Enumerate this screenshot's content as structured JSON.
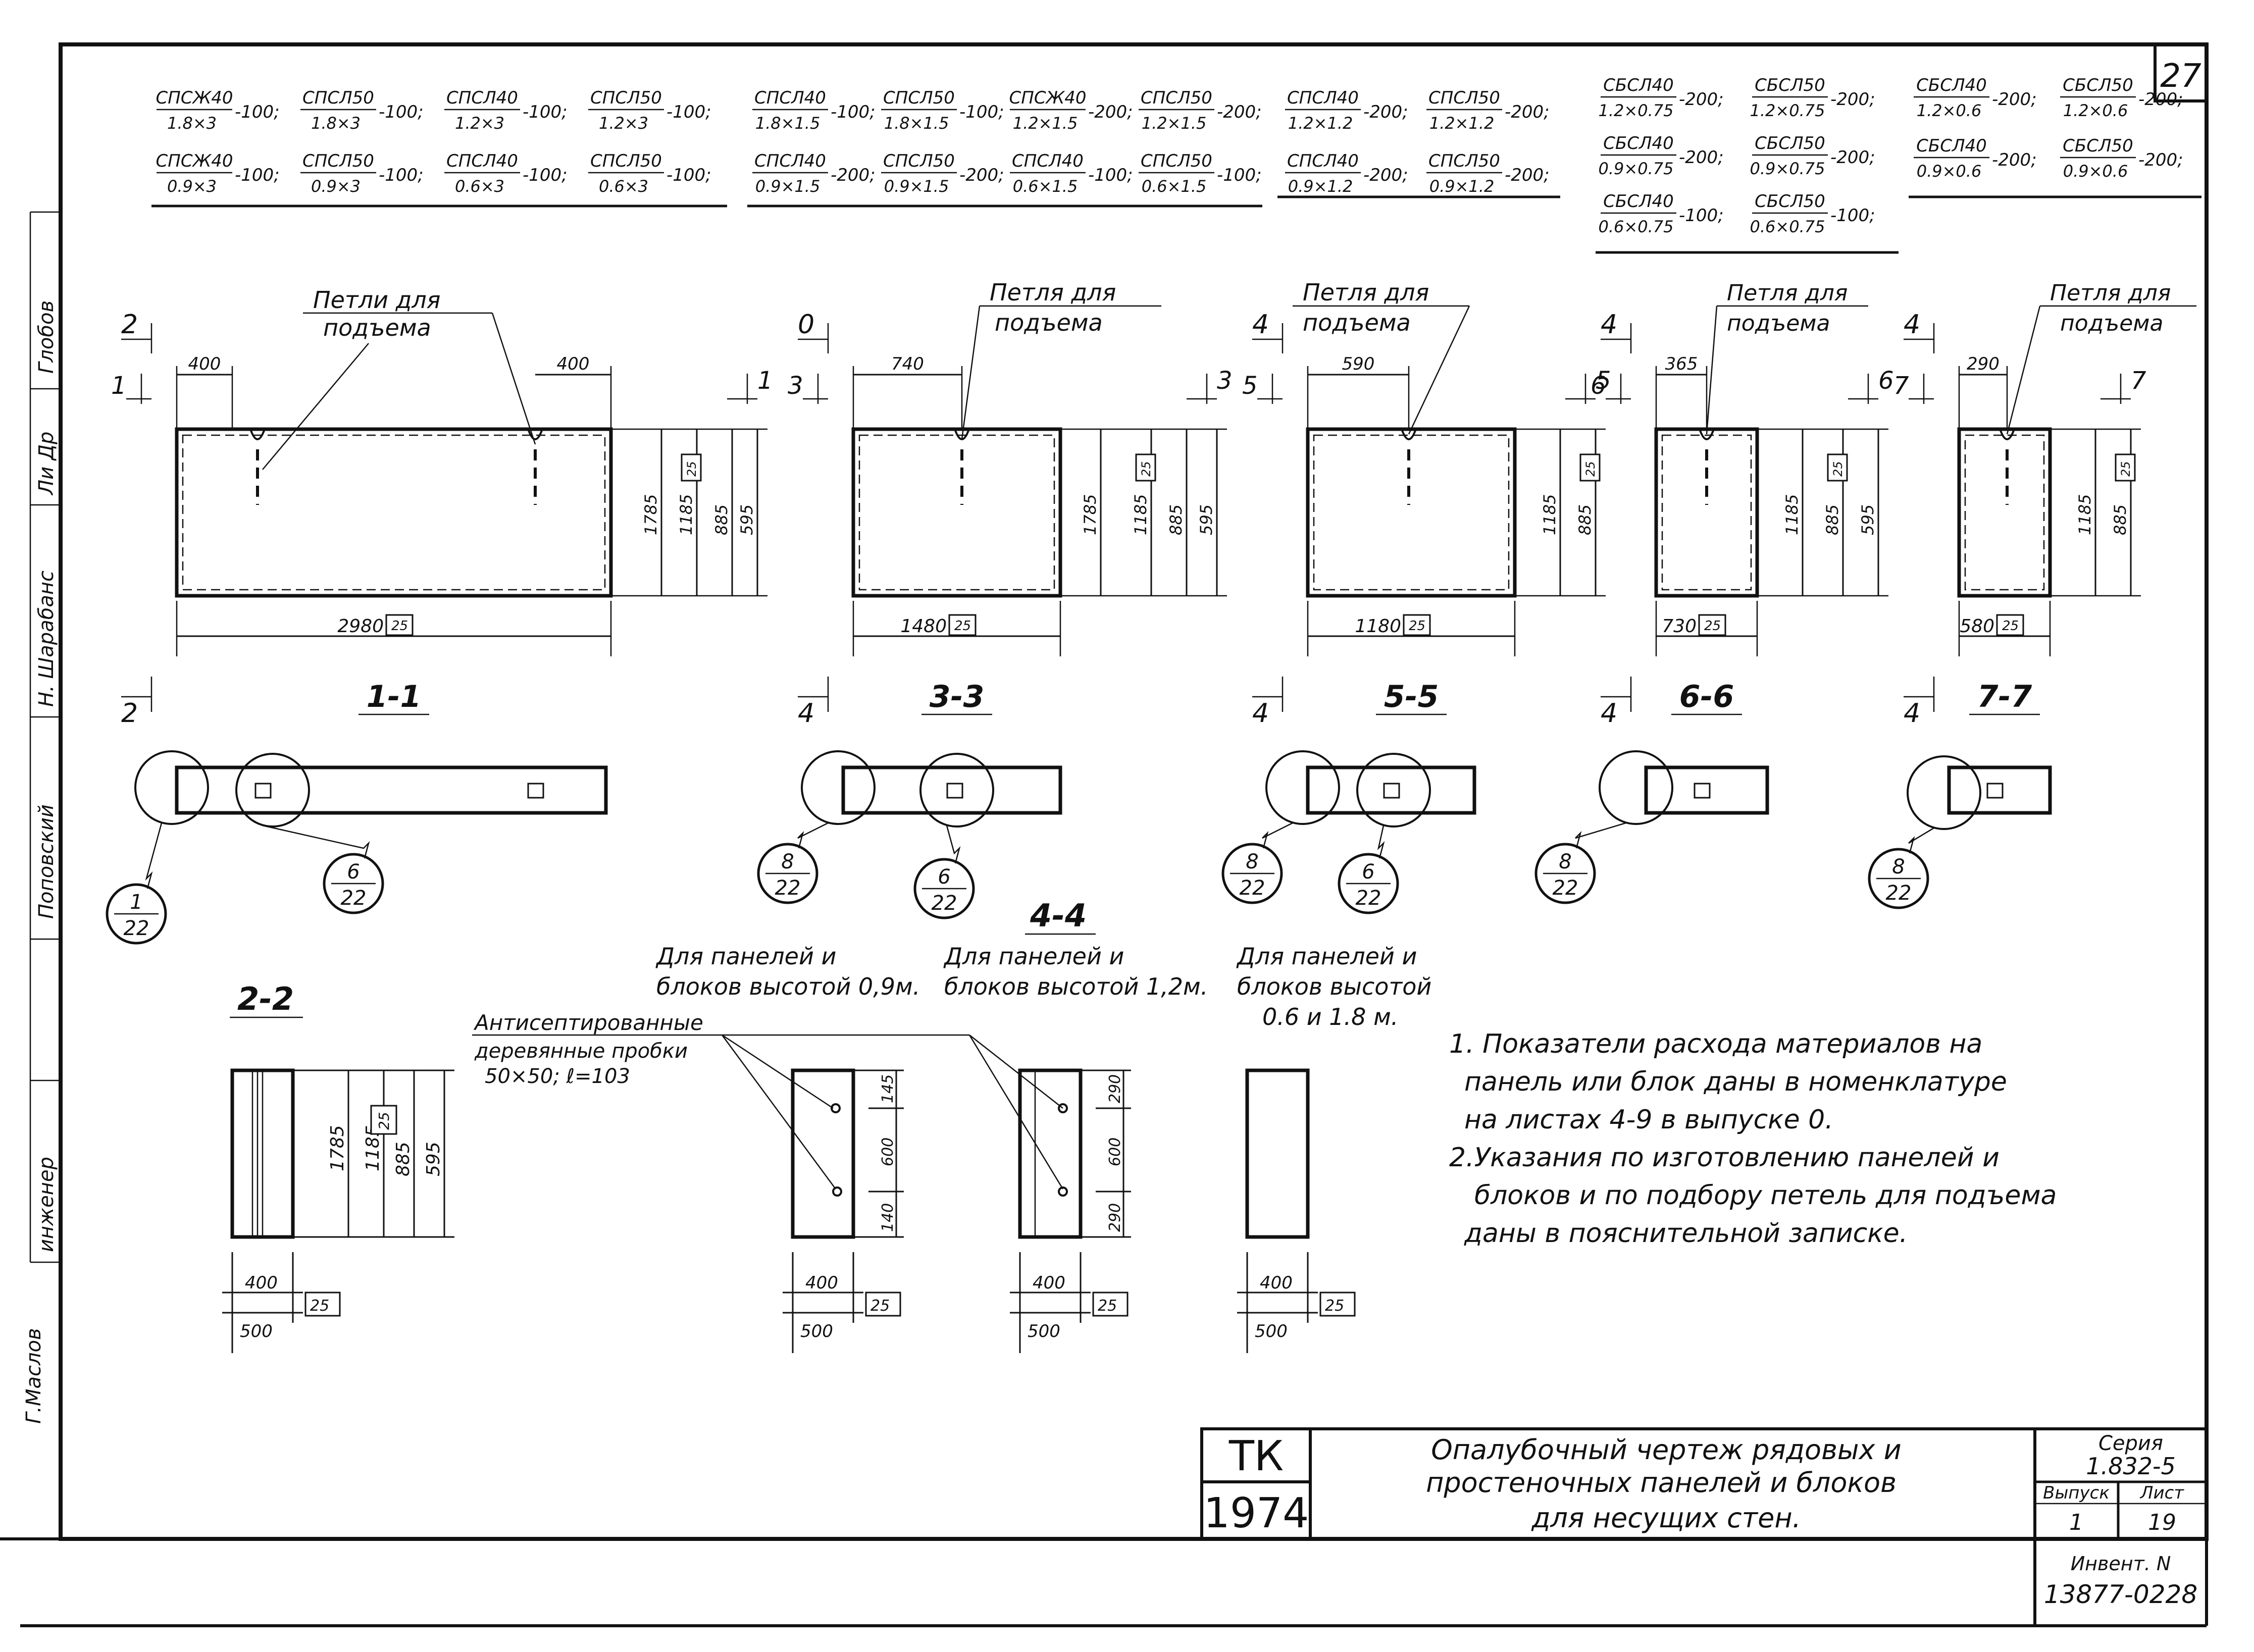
{
  "sheet": {
    "sheet_number": "27",
    "sidebar": {
      "cell1": "Глобов",
      "cell2": "Ли Др",
      "cell3": "Н. Шарабанс",
      "cell4": "Поповский",
      "cell5": "инженер",
      "cell6": "Г.Маслов"
    }
  },
  "legend": {
    "g1": [
      {
        "num": "СПСЖ40",
        "den": "1.8×3",
        "val": "100"
      },
      {
        "num": "СПСЛ50",
        "den": "1.8×3",
        "val": "100"
      },
      {
        "num": "СПСЛ40",
        "den": "1.2×3",
        "val": "100"
      },
      {
        "num": "СПСЛ50",
        "den": "1.2×3",
        "val": "100"
      },
      {
        "num": "СПСЖ40",
        "den": "0.9×3",
        "val": "100"
      },
      {
        "num": "СПСЛ50",
        "den": "0.9×3",
        "val": "100"
      },
      {
        "num": "СПСЛ40",
        "den": "0.6×3",
        "val": "100"
      },
      {
        "num": "СПСЛ50",
        "den": "0.6×3",
        "val": "100"
      }
    ],
    "g2": [
      {
        "num": "СПСЛ40",
        "den": "1.8×1.5",
        "val": "100"
      },
      {
        "num": "СПСЛ50",
        "den": "1.8×1.5",
        "val": "100"
      },
      {
        "num": "СПСЖ40",
        "den": "1.2×1.5",
        "val": "200"
      },
      {
        "num": "СПСЛ50",
        "den": "1.2×1.5",
        "val": "200"
      },
      {
        "num": "СПСЛ40",
        "den": "0.9×1.5",
        "val": "200"
      },
      {
        "num": "СПСЛ50",
        "den": "0.9×1.5",
        "val": "200"
      },
      {
        "num": "СПСЛ40",
        "den": "0.6×1.5",
        "val": "100"
      },
      {
        "num": "СПСЛ50",
        "den": "0.6×1.5",
        "val": "100"
      }
    ],
    "g3": [
      {
        "num": "СПСЛ40",
        "den": "1.2×1.2",
        "val": "200"
      },
      {
        "num": "СПСЛ50",
        "den": "1.2×1.2",
        "val": "200"
      },
      {
        "num": "СПСЛ40",
        "den": "0.9×1.2",
        "val": "200"
      },
      {
        "num": "СПСЛ50",
        "den": "0.9×1.2",
        "val": "200"
      }
    ],
    "g4": [
      {
        "num": "СБСЛ40",
        "den": "1.2×0.75",
        "val": "200"
      },
      {
        "num": "СБСЛ50",
        "den": "1.2×0.75",
        "val": "200"
      },
      {
        "num": "СБСЛ40",
        "den": "0.9×0.75",
        "val": "200"
      },
      {
        "num": "СБСЛ50",
        "den": "0.9×0.75",
        "val": "200"
      },
      {
        "num": "СБСЛ40",
        "den": "0.6×0.75",
        "val": "100"
      },
      {
        "num": "СБСЛ50",
        "den": "0.6×0.75",
        "val": "100"
      }
    ],
    "g5": [
      {
        "num": "СБСЛ40",
        "den": "1.2×0.6",
        "val": "200"
      },
      {
        "num": "СБСЛ50",
        "den": "1.2×0.6",
        "val": "200"
      },
      {
        "num": "СБСЛ40",
        "den": "0.9×0.6",
        "val": "200"
      },
      {
        "num": "СБСЛ50",
        "den": "0.9×0.6",
        "val": "200"
      }
    ]
  },
  "drawings": {
    "loop_label_plural": [
      "Петли для",
      "подъема"
    ],
    "loop_label": [
      "Петля для",
      "подъема"
    ],
    "box_symbol": "25",
    "views": [
      {
        "cut_top": "2",
        "cut_side": "1",
        "cut_bottom": "2",
        "top_dim": "400",
        "top_dim2": "400",
        "width": "2980",
        "h": [
          "1785",
          "1185",
          "885",
          "595"
        ],
        "title": "1-1"
      },
      {
        "cut_top": "0",
        "cut_side": "3",
        "cut_bottom": "4",
        "top_dim": "740",
        "width": "1480",
        "h": [
          "1785",
          "1185",
          "885",
          "595"
        ],
        "title": "3-3"
      },
      {
        "cut_top": "4",
        "cut_side": "5",
        "cut_bottom": "4",
        "top_dim": "590",
        "width": "1180",
        "h": [
          "1185",
          "885"
        ],
        "title": "5-5"
      },
      {
        "cut_top": "4",
        "cut_side": "6",
        "cut_bottom": "4",
        "top_dim": "365",
        "width": "730",
        "h": [
          "1185",
          "885",
          "595"
        ],
        "title": "6-6"
      },
      {
        "cut_top": "4",
        "cut_side": "7",
        "cut_bottom": "4",
        "top_dim": "290",
        "width": "580",
        "h": [
          "1185",
          "885"
        ],
        "title": "7-7"
      }
    ],
    "callouts": [
      {
        "num": "1",
        "den": "22"
      },
      {
        "num": "6",
        "den": "22"
      },
      {
        "num": "8",
        "den": "22"
      },
      {
        "num": "6",
        "den": "22"
      },
      {
        "num": "8",
        "den": "22"
      },
      {
        "num": "6",
        "den": "22"
      },
      {
        "num": "8",
        "den": "22"
      },
      {
        "num": "8",
        "den": "22"
      }
    ]
  },
  "sections": {
    "title_22": "2-2",
    "title_44": "4-4",
    "wood_note": [
      "Антисептированные",
      "деревянные пробки",
      "50×50; ℓ=103"
    ],
    "heading_1": [
      "Для панелей и",
      "блоков высотой 0,9м."
    ],
    "heading_2": [
      "Для панелей и",
      "блоков высотой 1,2м."
    ],
    "heading_3": [
      "Для панелей и",
      "блоков высотой",
      "0.6 и 1.8 м."
    ],
    "s22_dims": [
      "1785",
      "1185",
      "885",
      "595"
    ],
    "s1_dims": [
      "145",
      "600",
      "140"
    ],
    "s2_dims": [
      "290",
      "600",
      "290"
    ],
    "thick_400": "400",
    "thick_500": "500"
  },
  "notes": [
    "1. Показатели расхода материалов на",
    "панель или блок даны в номенклатуре",
    "на листах 4-9 в выпуске 0.",
    "2.Указания по изготовлению панелей и",
    "блоков и по подбору петель для подъема",
    "даны в пояснительной записке."
  ],
  "title_block": {
    "tk": "ТК",
    "year": "1974",
    "title": [
      "Опалубочный чертеж рядовых и",
      "простеночных панелей и блоков",
      "для несущих стен."
    ],
    "series_label": "Серия",
    "series": "1.832-5",
    "issue_label": "Выпуск",
    "issue": "1",
    "sheet_label": "Лист",
    "sheet": "19",
    "inv_label": "Инвент. N",
    "inv": "13877-0228"
  }
}
